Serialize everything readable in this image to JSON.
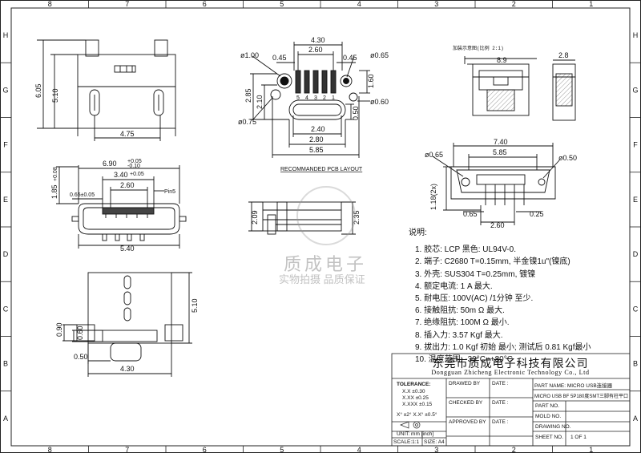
{
  "frame": {
    "top_cols": [
      "8",
      "7",
      "6",
      "5",
      "4",
      "3",
      "2",
      "1"
    ],
    "bottom_cols": [
      "8",
      "7",
      "6",
      "5",
      "4",
      "3",
      "2",
      "1"
    ],
    "left_rows": [
      "H",
      "G",
      "F",
      "E",
      "D",
      "C",
      "B",
      "A"
    ],
    "right_rows": [
      "H",
      "G",
      "F",
      "E",
      "D",
      "C",
      "B",
      "A"
    ]
  },
  "dims": {
    "top_view": {
      "width": "4.75",
      "h1": "5.10",
      "h2": "6.05"
    },
    "pcb": {
      "w430": "4.30",
      "w260": "2.60",
      "w045": "0.45",
      "w045b": "0.45",
      "d100": "ø1.00",
      "d065": "ø0.65",
      "d075": "ø0.75",
      "d060": "ø0.60",
      "h285": "2.85",
      "h210": "2.10",
      "h160": "1.60",
      "h050": "0.50",
      "w240": "2.40",
      "w280": "2.80",
      "w585": "5.85",
      "pins": [
        "5",
        "4",
        "3",
        "2",
        "1"
      ]
    },
    "pcb_title": "RECOMMANDED PCB LAYOUT",
    "front": {
      "w690": "6.90",
      "tol690": "+0.05\n-0.10",
      "w340": "3.40",
      "tol340": "+0.05",
      "w260": "2.60",
      "w065": "0.65±0.05",
      "pin5": "Pin5",
      "h185": "1.85",
      "tol185": "+0.08",
      "w540": "5.40"
    },
    "side": {
      "h209": "2.09",
      "h235": "2.35"
    },
    "bottom": {
      "h510": "5.10",
      "w090": "0.90",
      "w060": "0.60",
      "w050": "0.50",
      "w430": "4.30"
    },
    "ex_title": "加装示意图(比例 2:1)",
    "ex_w": "8.9",
    "ex_w2": "2.8",
    "bot_right": {
      "w740": "7.40",
      "w585": "5.85",
      "d065": "ø0.65",
      "d050": "ø0.50",
      "h118": "1.18(2x)",
      "w065": "0.65",
      "w025": "0.25",
      "w260": "2.60"
    }
  },
  "notes": {
    "title": "说明:",
    "items": [
      "1. 胶芯:  LCP  黑色: UL94V-0.",
      "2. 端子:  C2680  T=0.15mm,  半金镍1u\"(镍底)",
      "3. 外壳:  SUS304 T=0.25mm, 镀镍",
      "4. 额定电流:  1 A 最大.",
      "5. 耐电压:  100V(AC) /1分钟  至少.",
      "6. 接触阻抗:  50m Ω  最大.",
      "7. 绝缘阻抗:  100M Ω  最小.",
      "8. 插入力:  3.57 Kgf 最大.",
      "9. 拔出力:  1.0 Kgf 初始  最小; 测试后  0.81 Kgf最小",
      "10. 温度范围:  -30°C~+80°C"
    ]
  },
  "watermark": {
    "cn": "质成电子",
    "tag": "实物拍摄  品质保证"
  },
  "title_block": {
    "company_cn": "东莞市质成电子科技有限公司",
    "company_en": "Dongguan Zhicheng Electronic Technology Co., Ltd",
    "tolerance_label": "TOLERANCE:",
    "tol_rows": [
      "X.X    ±0.30",
      "X.XX   ±0.25",
      "X.XXX  ±0.15"
    ],
    "angle": "X°  ±2°    X.X°  ±0.5°",
    "unit": "UNIT:  mm  [inch]",
    "scale": "SCALE:1:1",
    "size": "SIZE: A4",
    "drawn_by": "DRAWED BY",
    "checked_by": "CHECKED BY",
    "approved_by": "APPROVED BY",
    "date": "DATE :",
    "part_name": "PART NAME: MICRO USB连接器",
    "part_desc": "MICRO USB BF 5P180度SMT三脚有柱平口",
    "part_no": "PART NO.",
    "mold_no": "MOLD NO.",
    "drawing_no": "DRAWING NO.",
    "sheet_no": "SHEET NO.",
    "sheet_val": "1 OF 1"
  }
}
